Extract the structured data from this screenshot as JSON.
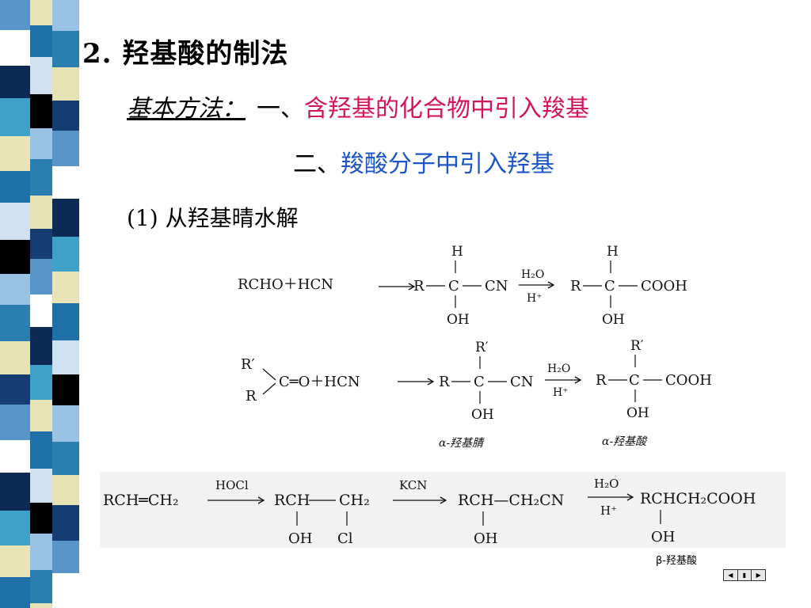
{
  "colors": {
    "accent_pink": "#d4145a",
    "accent_blue": "#1a55c9"
  },
  "slide": {
    "title": "2. 羟基酸的制法",
    "method_label": "基本方法：",
    "method_1_prefix": "一、",
    "method_1_text": "含羟基的化合物中引入羧基",
    "method_2_prefix": "二、",
    "method_2_text": "羧酸分子中引入羟基",
    "section_1": "(1) 从羟基晴水解"
  },
  "reaction1": {
    "reactants": "RCHO＋HCN",
    "h_top": "H",
    "r1": "R",
    "c1": "C",
    "cn": "CN",
    "oh1": "OH",
    "cond_top": "H₂O",
    "cond_bottom": "H⁺",
    "h_top2": "H",
    "r2": "R",
    "c2": "C",
    "cooh": "COOH",
    "oh2": "OH"
  },
  "reaction2": {
    "r_prime": "R′",
    "r": "R",
    "carbonyl": "C═O＋HCN",
    "rp_top": "R′",
    "r1": "R",
    "c1": "C",
    "cn": "CN",
    "oh1": "OH",
    "cond_top": "H₂O",
    "cond_bottom": "H⁺",
    "rp_top2": "R′",
    "r2": "R",
    "c2": "C",
    "cooh": "COOH",
    "oh2": "OH",
    "label_nitrile": "α-羟基腈",
    "label_acid": "α-羟基酸"
  },
  "reaction3": {
    "start": "RCH═CH₂",
    "reagent1": "HOCl",
    "mid1_a": "RCH",
    "mid1_b": "CH₂",
    "oh": "OH",
    "cl": "Cl",
    "reagent2": "KCN",
    "mid2": "RCH—CH₂CN",
    "oh2": "OH",
    "cond_top": "H₂O",
    "cond_bottom": "H⁺",
    "product": "RCHCH₂COOH",
    "oh3": "OH",
    "label": "β-羟基酸"
  },
  "nav": {
    "first": "◀",
    "home": "▮",
    "next": "▶"
  }
}
